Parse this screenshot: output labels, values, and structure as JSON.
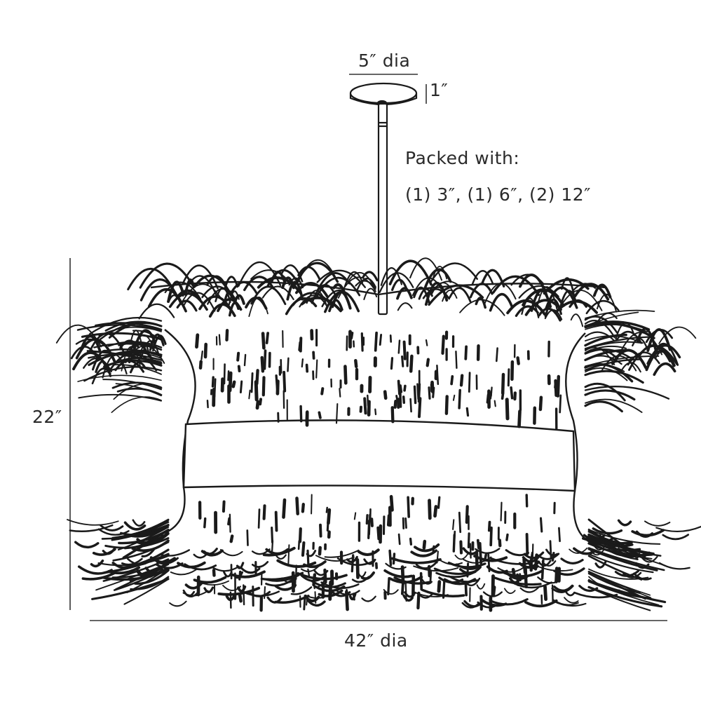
{
  "dimensions": {
    "canopy_diameter": "5″ dia",
    "canopy_height": "1″",
    "overall_height": "22″",
    "overall_diameter": "42″ dia"
  },
  "packing_note": {
    "title": "Packed with:",
    "rods": "(1) 3″, (1) 6″, (2) 12″"
  },
  "colors": {
    "line": "#1a1a1a",
    "background": "#ffffff"
  },
  "drawing": {
    "subject": "pendant light with fringe shade",
    "components": [
      "ceiling-canopy",
      "downrod",
      "fringe-shade",
      "center-band"
    ]
  }
}
